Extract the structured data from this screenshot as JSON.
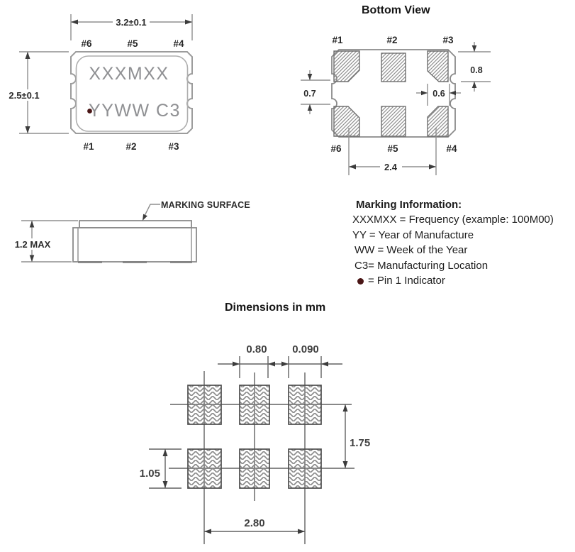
{
  "titles": {
    "bottom_view": "Bottom View",
    "dimensions_note": "Dimensions in mm"
  },
  "top_view": {
    "dim_width": "3.2±0.1",
    "dim_height": "2.5±0.1",
    "pins_top": [
      "#6",
      "#5",
      "#4"
    ],
    "pins_bottom": [
      "#1",
      "#2",
      "#3"
    ],
    "marking_line1": "XXXMXX",
    "marking_line2": "YYWW C3"
  },
  "bottom_view": {
    "pins_top": [
      "#1",
      "#2",
      "#3"
    ],
    "pins_bottom": [
      "#6",
      "#5",
      "#4"
    ],
    "dim_pad_height": "0.8",
    "dim_pad_gap": "0.7",
    "dim_pad_width": "0.6",
    "dim_pad_span": "2.4"
  },
  "side_view": {
    "marking_surface": "MARKING SURFACE",
    "dim_height": "1.2 MAX"
  },
  "marking_info": {
    "title": "Marking Information:",
    "lines": [
      "XXXMXX = Frequency (example: 100M00)",
      "YY = Year of Manufacture",
      "WW = Week of the Year",
      "C3= Manufacturing Location"
    ],
    "pin1_text": "= Pin 1 Indicator"
  },
  "land_pattern": {
    "dim_pad_width": "0.80",
    "dim_gap": "0.090",
    "dim_row_pitch": "1.75",
    "dim_pad_height": "1.05",
    "dim_col_span": "2.80"
  },
  "colors": {
    "pin1_dot": "#4a1616",
    "line_gray": "#8f8f8f",
    "text_dark": "#2b2b2b",
    "marking_gray": "#8f9093"
  }
}
